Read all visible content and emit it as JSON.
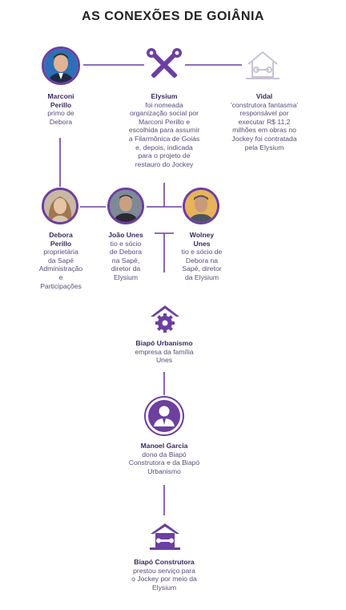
{
  "title": "AS CONEXÕES DE GOIÂNIA",
  "colors": {
    "accent": "#6c3fa0",
    "line": "#6c3fa0",
    "ghost": "#c9c3d3"
  },
  "nodes": {
    "marconi": {
      "name": "Marconi\nPerillo",
      "desc": "primo de\nDebora",
      "icon": "person-photo"
    },
    "elysium": {
      "name": "Elysium",
      "desc": "foi nomeada\norganização social por\nMarconi Perillo e\nescolhida para assumir\na Filarmônica de Goiás\ne, depois, indicada\npara o projeto de\nrestauro do Jockey",
      "icon": "tools-icon"
    },
    "vidal": {
      "name": "Vidal",
      "desc": "'construtora fantasma'\nresponsável por\nexecutar R$ 11,2\nmilhões em obras no\nJockey foi contratada\npela Elysium",
      "icon": "house-wrench-icon"
    },
    "debora": {
      "name": "Debora\nPerillo",
      "desc": "proprietária\nda Sapé\nAdministração\ne\nParticipações",
      "icon": "person-photo"
    },
    "joao": {
      "name": "João Unes",
      "desc": "tio e sócio\nde Debora\nna Sapé,\ndiretor da\nElysium",
      "icon": "person-photo"
    },
    "wolney": {
      "name": "Wolney\nUnes",
      "desc": "tio e sócio de\nDebora na\nSapé, diretor\nda Elysium",
      "icon": "person-photo"
    },
    "biapo_urbanismo": {
      "name": "Biapó Urbanismo",
      "desc": "empresa da família\nUnes",
      "icon": "house-gear-icon"
    },
    "manoel": {
      "name": "Manoel Garcia",
      "desc": "dono da Biapó\nConstrutora e da Biapó\nUrbanismo",
      "icon": "person-suit-icon"
    },
    "biapo_construtora": {
      "name": "Biapó Construtora",
      "desc": "prestou serviço para\no Jockey por meio da\nElysium",
      "icon": "house-wrench-icon"
    }
  }
}
